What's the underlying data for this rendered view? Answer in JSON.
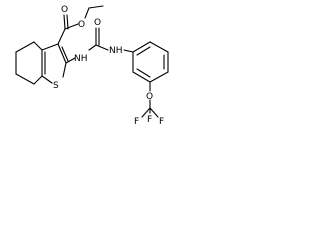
{
  "structure": {
    "atom_labels": {
      "carbonyl_o_ester": "O",
      "ether_o_ester": "O",
      "thiophene_s": "S",
      "urea_nh_left": "NH",
      "urea_o": "O",
      "urea_nh_right": "NH",
      "aryl_ether_o": "O",
      "f_top": "F",
      "f_left": "F",
      "f_right": "F"
    },
    "colors": {
      "bond": "#000000",
      "label": "#000000",
      "background": "#ffffff"
    }
  }
}
